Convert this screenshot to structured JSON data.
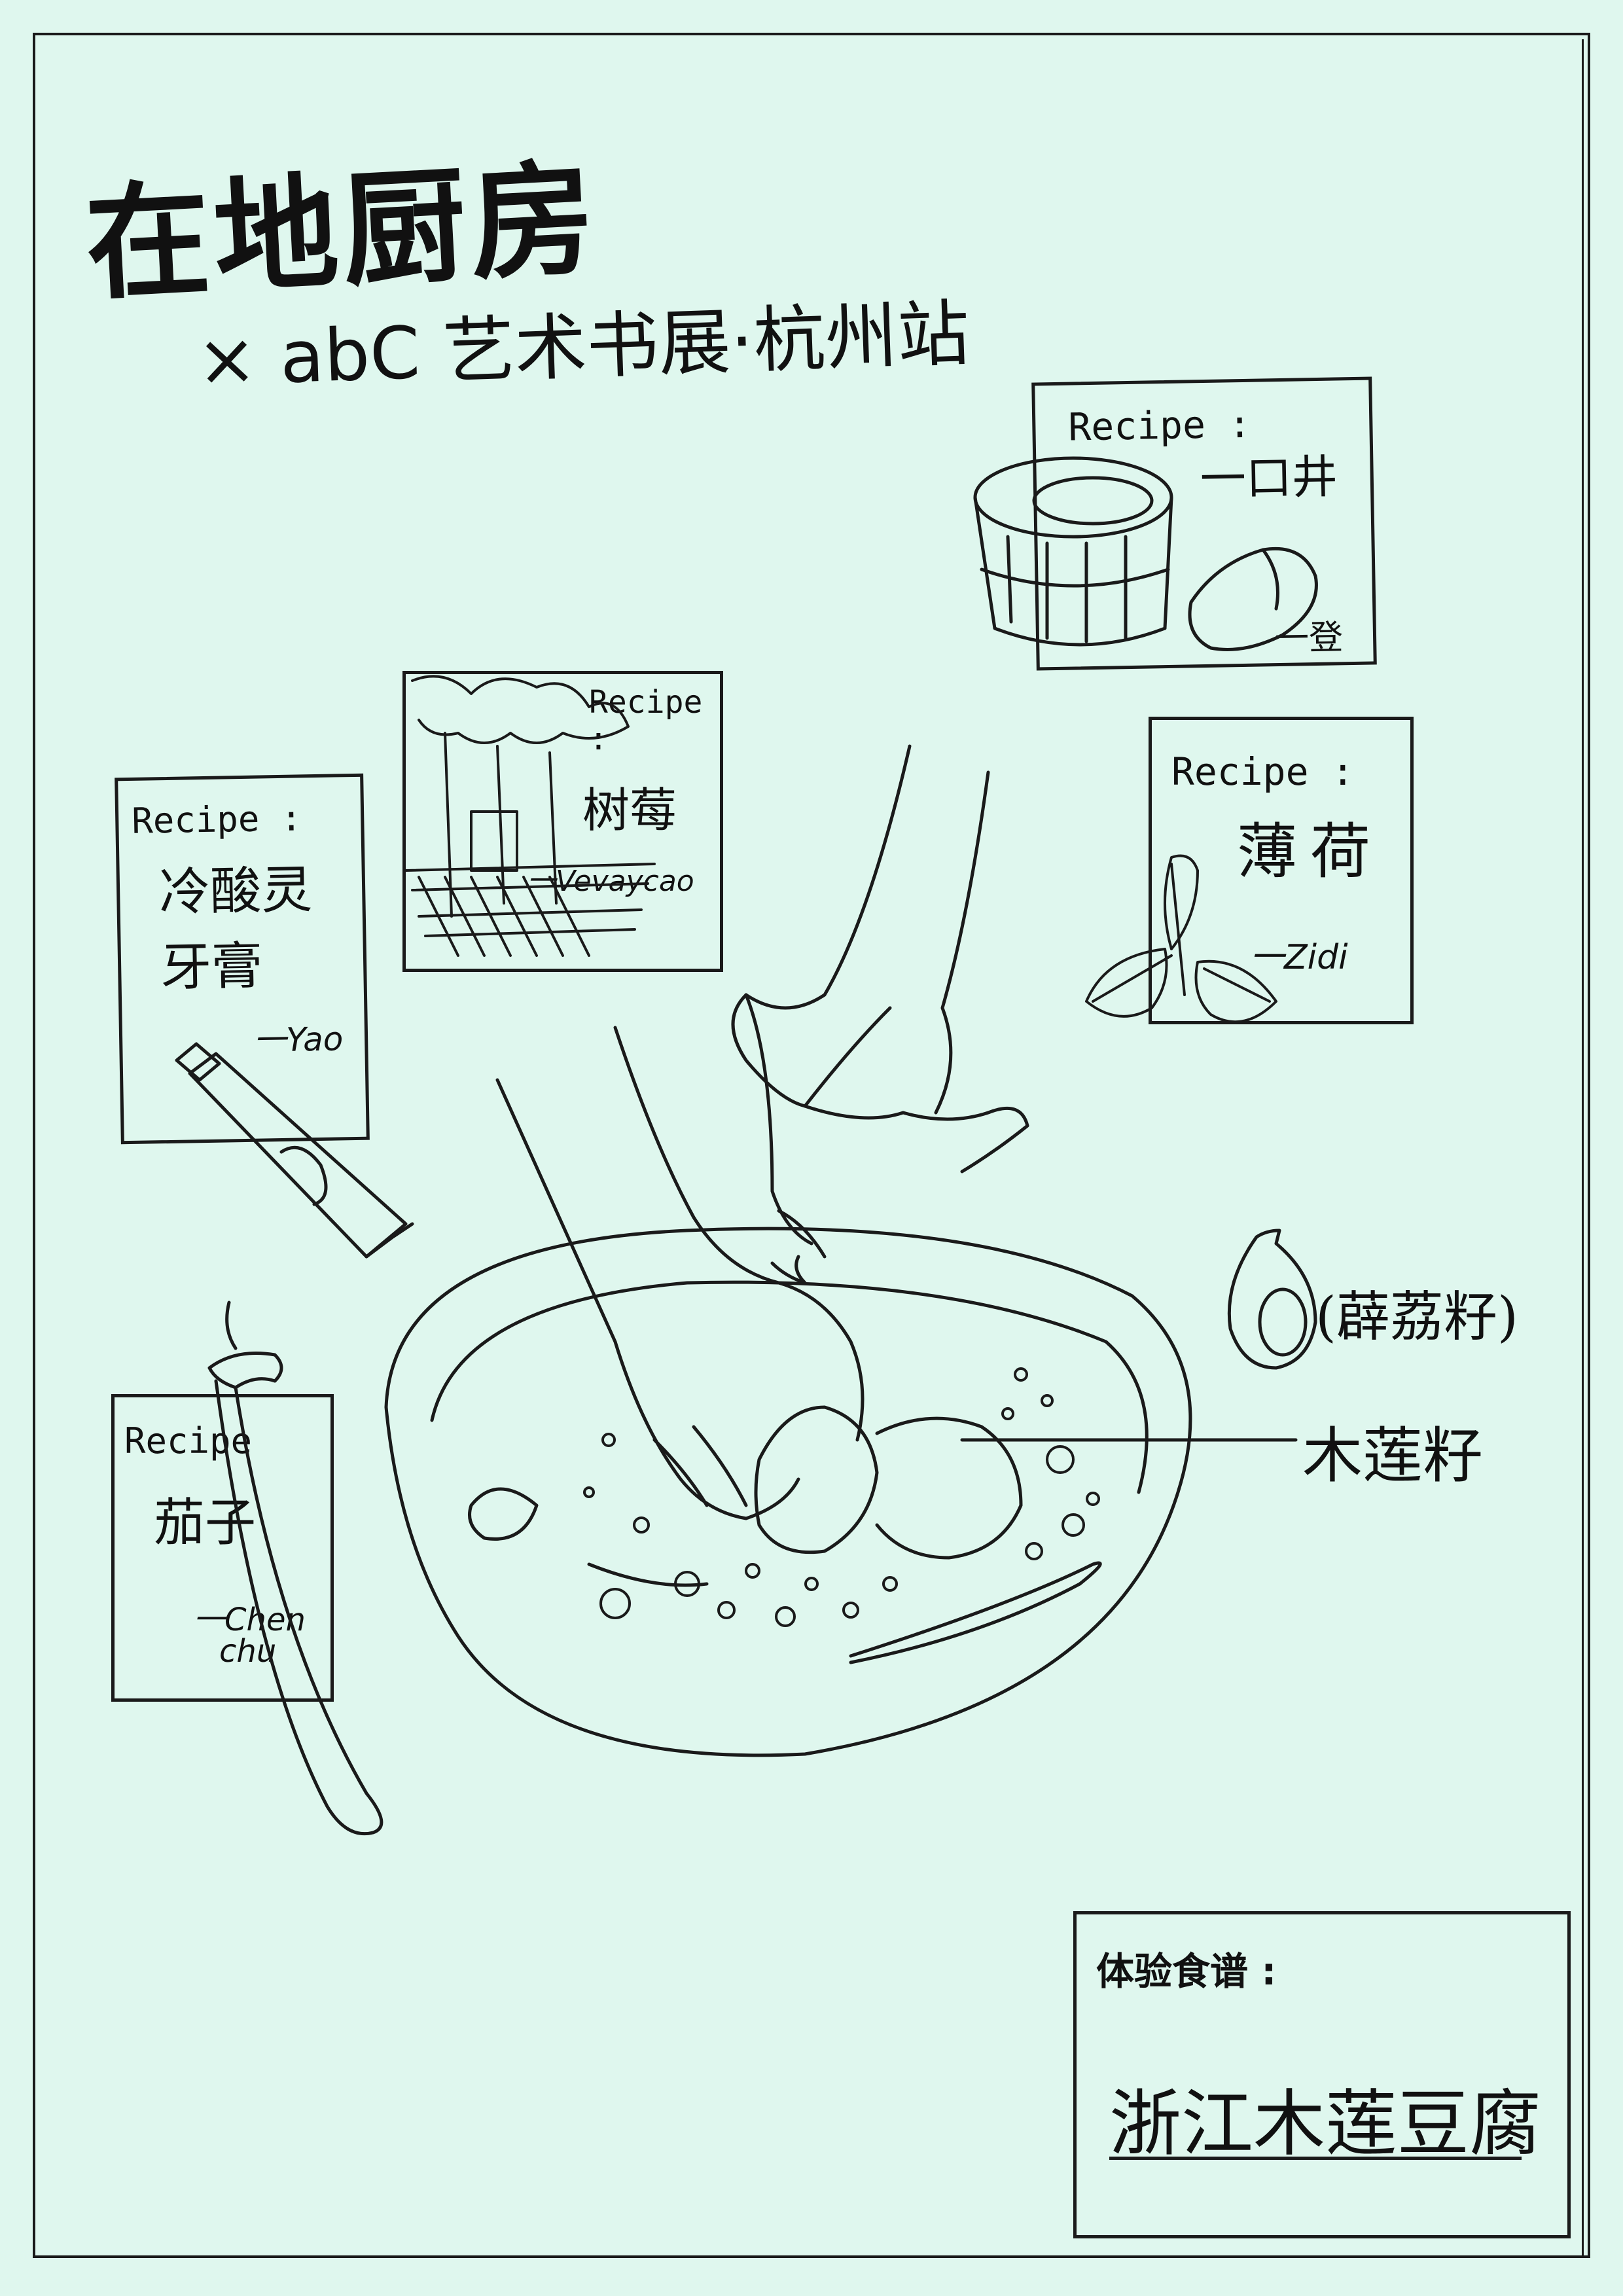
{
  "header": {
    "title": "在地厨房",
    "subtitle": "× abC 艺术书展·杭州站"
  },
  "cards": {
    "kouzi": {
      "recipe_label": "Recipe :",
      "dish": "一口井",
      "author": "一登"
    },
    "shumeng": {
      "recipe_label": "Recipe :",
      "dish": "树莓",
      "author": "一Vevaycao"
    },
    "lengsuan": {
      "recipe_label": "Recipe :",
      "dish_line1": "冷酸灵",
      "dish_line2": "牙膏",
      "author": "一Yao"
    },
    "bohe": {
      "recipe_label": "Recipe :",
      "dish": "薄荷",
      "author": "一Zidi"
    },
    "qiezi": {
      "recipe_label": "Recipe",
      "dish": "茄子",
      "author_line1": "一Chen",
      "author_line2": "chu"
    }
  },
  "annotations": {
    "bili_seed": "(薜荔籽)",
    "mulian_seed": "木莲籽"
  },
  "experience": {
    "title": "体验食谱 :",
    "dish": "浙江木莲豆腐"
  },
  "colors": {
    "background": "#dff7ee",
    "ink": "#1a1a1a"
  }
}
